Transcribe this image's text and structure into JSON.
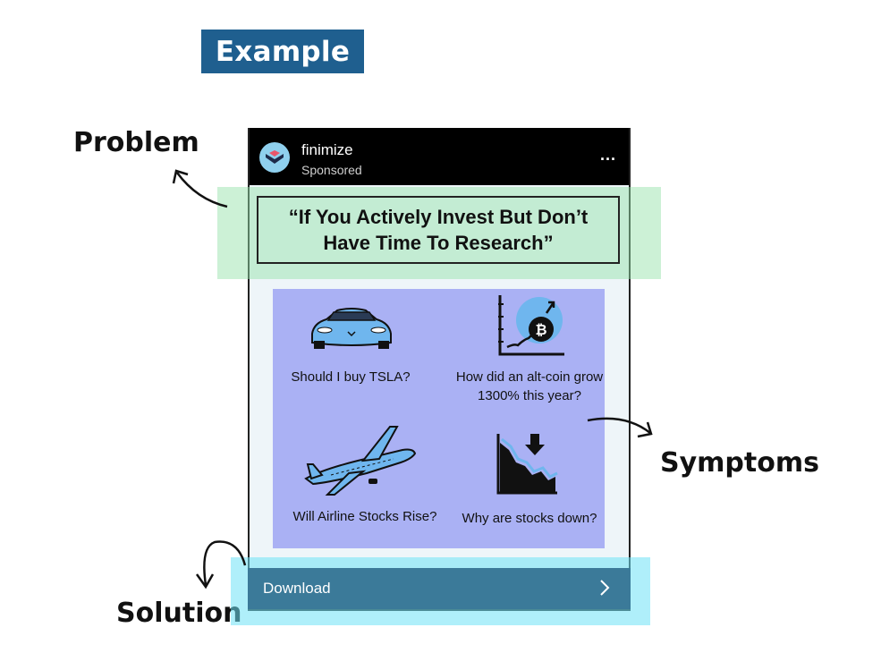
{
  "badge": "Example",
  "annotations": {
    "problem": "Problem",
    "symptoms": "Symptoms",
    "solution": "Solution"
  },
  "ad": {
    "brand": "finimize",
    "sponsored": "Sponsored",
    "more": "...",
    "headline": "“If You Actively Invest But Don’t Have Time To Research”",
    "questions": [
      {
        "icon": "car-icon",
        "text": "Should I buy TSLA?"
      },
      {
        "icon": "bitcoin-chart-icon",
        "text": "How did an alt-coin grow 1300% this year?"
      },
      {
        "icon": "airplane-icon",
        "text": "Will Airline Stocks Rise?"
      },
      {
        "icon": "stock-down-chart-icon",
        "text": "Why are stocks down?"
      }
    ],
    "cta": "Download"
  },
  "colors": {
    "badge": "#1f5f8f",
    "problem_highlight": "#94e1aa",
    "symptoms_panel": "#aab1f4",
    "solution_highlight": "#6ee1f5",
    "cta_bar": "#3b7a99"
  }
}
